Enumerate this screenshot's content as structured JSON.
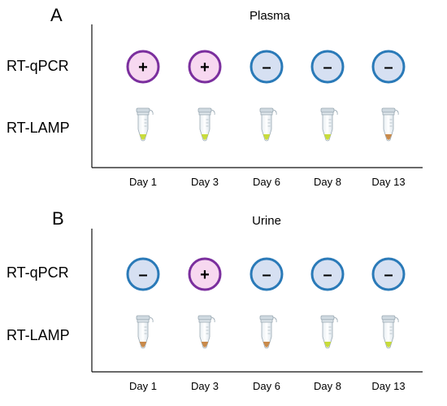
{
  "panels": [
    {
      "letter": "A",
      "title": "Plasma",
      "row_labels": [
        "RT-qPCR",
        "RT-LAMP"
      ],
      "days": [
        "Day 1",
        "Day 3",
        "Day 6",
        "Day 8",
        "Day 13"
      ],
      "qpcr_results": [
        "+",
        "+",
        "–",
        "–",
        "–"
      ],
      "lamp_colors": [
        "yellow",
        "yellow",
        "yellow",
        "yellow",
        "orange"
      ]
    },
    {
      "letter": "B",
      "title": "Urine",
      "row_labels": [
        "RT-qPCR",
        "RT-LAMP"
      ],
      "days": [
        "Day 1",
        "Day 3",
        "Day 6",
        "Day 8",
        "Day 13"
      ],
      "qpcr_results": [
        "–",
        "+",
        "–",
        "–",
        "–"
      ],
      "lamp_colors": [
        "orange",
        "orange",
        "orange",
        "yellow",
        "yellow"
      ]
    }
  ],
  "colors": {
    "positive_stroke": "#7b2f9e",
    "positive_fill": "#f7d8f0",
    "negative_stroke": "#2a7ab8",
    "negative_fill": "#d6e0f2",
    "yellow": "#c8dc3a",
    "orange": "#c98a4a",
    "axis": "#111111"
  }
}
